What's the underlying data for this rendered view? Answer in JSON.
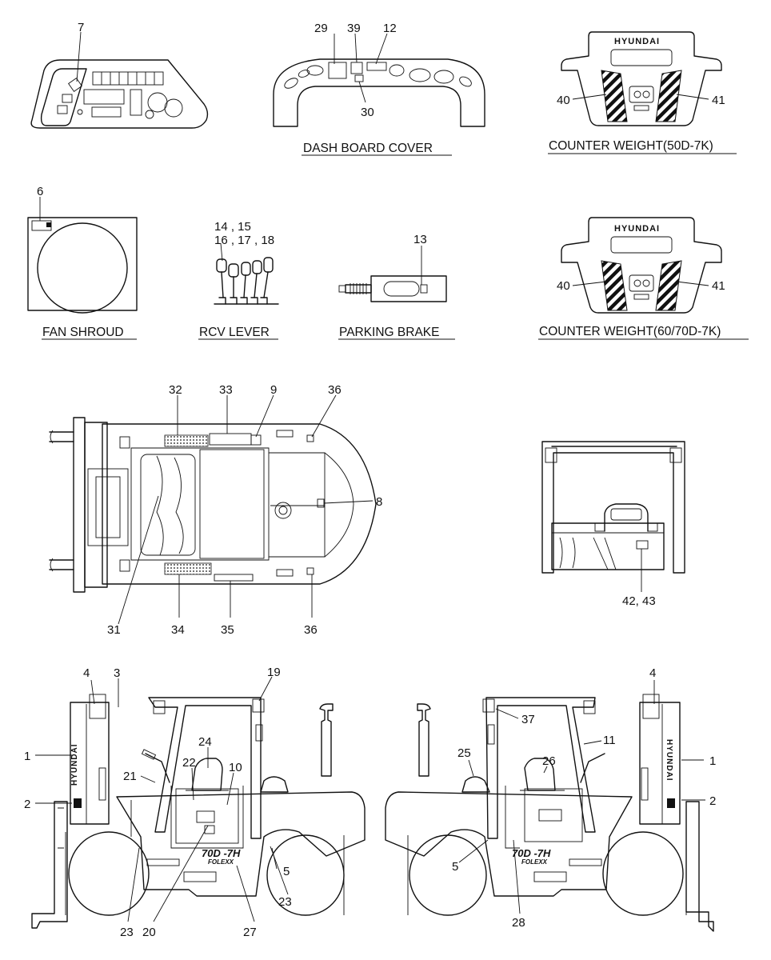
{
  "captions": {
    "dash_board_cover": "DASH BOARD COVER",
    "counter_weight_50": "COUNTER WEIGHT(50D-7K)",
    "fan_shroud": "FAN SHROUD",
    "rcv_lever": "RCV LEVER",
    "parking_brake": "PARKING BRAKE",
    "counter_weight_60": "COUNTER WEIGHT(60/70D-7K)"
  },
  "decals": {
    "brand_text": "HYUNDAI",
    "model_text": "70D -7H",
    "sub_text": "FOLEXX"
  },
  "callouts": {
    "c7": "7",
    "c29": "29",
    "c39": "39",
    "c12": "12",
    "c30": "30",
    "c40a": "40",
    "c41a": "41",
    "c6": "6",
    "c14_15": "14 , 15",
    "c16_18": "16 , 17 , 18",
    "c13": "13",
    "c40b": "40",
    "c41b": "41",
    "c32": "32",
    "c33": "33",
    "c9": "9",
    "c36a": "36",
    "c8": "8",
    "c31": "31",
    "c34": "34",
    "c35": "35",
    "c36b": "36",
    "c42_43": "42, 43",
    "c4a": "4",
    "c3": "3",
    "c1a": "1",
    "c2a": "2",
    "c21": "21",
    "c22": "22",
    "c24": "24",
    "c10": "10",
    "c19": "19",
    "c23a": "23",
    "c20": "20",
    "c27": "27",
    "c5a": "5",
    "c23b": "23",
    "c25": "25",
    "c26": "26",
    "c37": "37",
    "c11": "11",
    "c4b": "4",
    "c1b": "1",
    "c2b": "2",
    "c5b": "5",
    "c28": "28"
  }
}
